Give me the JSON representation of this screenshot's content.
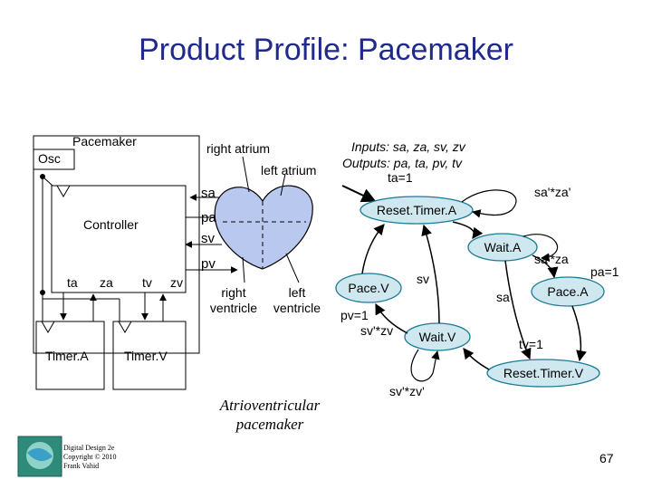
{
  "slide": {
    "title": "Product Profile: Pacemaker",
    "page_number": "67",
    "footer": [
      "Digital Design 2e",
      "Copyright © 2010",
      "Frank Vahid"
    ]
  },
  "block_diagram": {
    "pacemaker_label": "Pacemaker",
    "osc_label": "Osc",
    "controller_label": "Controller",
    "ports": [
      "ta",
      "za",
      "tv",
      "zv"
    ],
    "timer_a": "Timer.A",
    "timer_v": "Timer.V"
  },
  "heart": {
    "right_atrium": "right atrium",
    "left_atrium": "left atrium",
    "signals": [
      "sa",
      "pa",
      "sv",
      "pv"
    ],
    "right_ventricle": [
      "right",
      "ventricle"
    ],
    "left_ventricle": [
      "left",
      "ventricle"
    ],
    "caption": [
      "Atrioventricular",
      "pacemaker"
    ]
  },
  "fsm": {
    "inputs": "Inputs: sa, za, sv, zv",
    "outputs": "Outputs: pa, ta, pv, tv",
    "init_action": "ta=1",
    "states": [
      "Reset.Timer.A",
      "Wait.A",
      "Pace.A",
      "Reset.Timer.V",
      "Wait.V",
      "Pace.V"
    ],
    "transitions": {
      "reset_a_self": "sa'*za'",
      "wait_a_pace_a_cond": "sa'*za",
      "pace_a_action": "pa=1",
      "wait_a_sa": "sa",
      "reset_v_action": "tv=1",
      "wait_v_self": "sv'*zv'",
      "wait_v_pace_v": "sv'*zv",
      "pace_v_action": "pv=1",
      "wait_v_sv": "sv"
    }
  },
  "colors": {
    "title": "#1f2a8a",
    "heart_fill": "#b8c8ee",
    "state_fill": "#cfe8ef",
    "state_stroke": "#1a7a96"
  }
}
